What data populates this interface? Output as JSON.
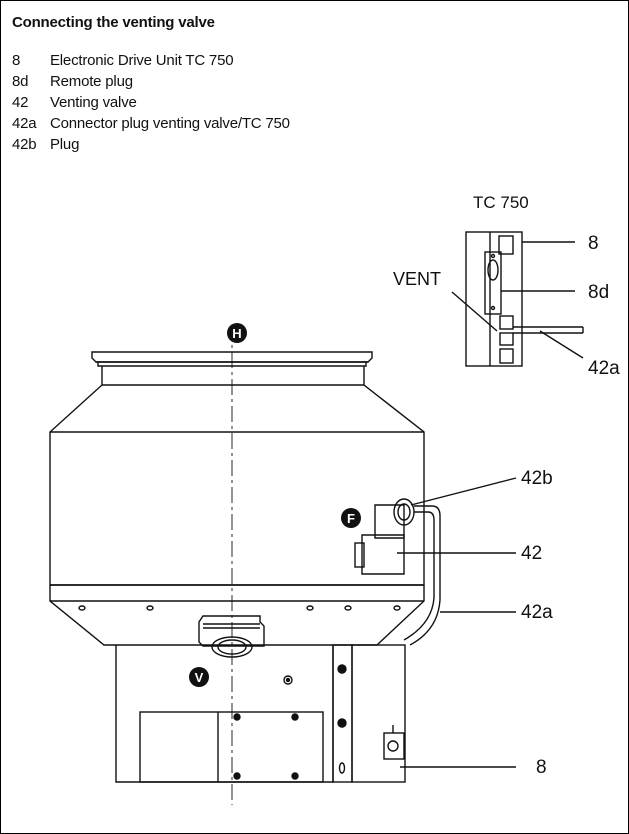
{
  "heading": "Connecting the venting valve",
  "legend": [
    {
      "code": "8",
      "text": "Electronic Drive Unit TC 750"
    },
    {
      "code": "8d",
      "text": "Remote plug"
    },
    {
      "code": "42",
      "text": "Venting valve"
    },
    {
      "code": "42a",
      "text": "Connector plug venting valve/TC 750"
    },
    {
      "code": "42b",
      "text": "Plug"
    }
  ],
  "diagram": {
    "detail_title": "TC 750",
    "vent_label": "VENT",
    "callouts": {
      "detail_8": "8",
      "detail_8d": "8d",
      "detail_42a": "42a",
      "main_42b": "42b",
      "main_42": "42",
      "main_42a": "42a",
      "main_8": "8"
    },
    "markers": {
      "H": "H",
      "F": "F",
      "V": "V"
    }
  }
}
